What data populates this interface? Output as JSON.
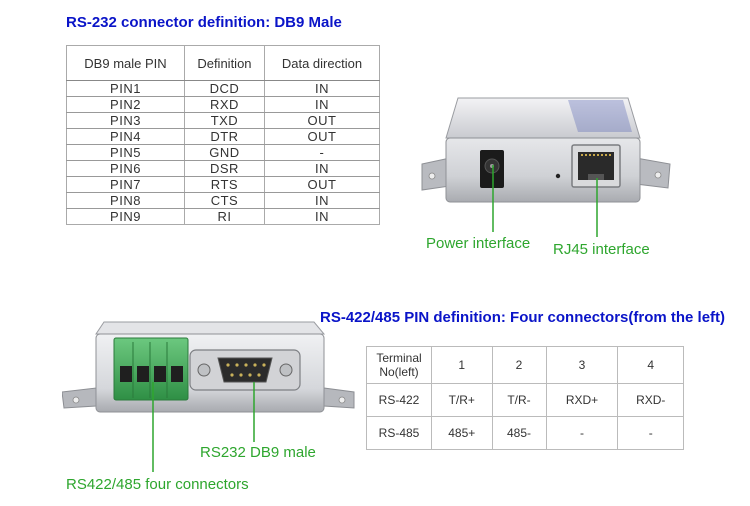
{
  "rs232": {
    "heading": "RS-232 connector definition: DB9 Male",
    "headers": [
      "DB9 male PIN",
      "Definition",
      "Data direction"
    ],
    "rows": [
      [
        "PIN1",
        "DCD",
        "IN"
      ],
      [
        "PIN2",
        "RXD",
        "IN"
      ],
      [
        "PIN3",
        "TXD",
        "OUT"
      ],
      [
        "PIN4",
        "DTR",
        "OUT"
      ],
      [
        "PIN5",
        "GND",
        "-"
      ],
      [
        "PIN6",
        "DSR",
        "IN"
      ],
      [
        "PIN7",
        "RTS",
        "OUT"
      ],
      [
        "PIN8",
        "CTS",
        "IN"
      ],
      [
        "PIN9",
        "RI",
        "IN"
      ]
    ]
  },
  "device_top": {
    "power_label": "Power interface",
    "rj45_label": "RJ45 interface"
  },
  "rs485": {
    "heading": "RS-422/485 PIN definition: Four connectors(from the left)",
    "header_first": "Terminal No(left)",
    "headers": [
      "1",
      "2",
      "3",
      "4"
    ],
    "rows": [
      [
        "RS-422",
        "T/R+",
        "T/R-",
        "RXD+",
        "RXD-"
      ],
      [
        "RS-485",
        "485+",
        "485-",
        "-",
        "-"
      ]
    ]
  },
  "device_bottom": {
    "db9_label": "RS232 DB9 male",
    "terminal_label": "RS422/485 four connectors"
  },
  "colors": {
    "heading": "#0a14c8",
    "label": "#2ea62e",
    "terminal_block": "#3fae5a"
  }
}
